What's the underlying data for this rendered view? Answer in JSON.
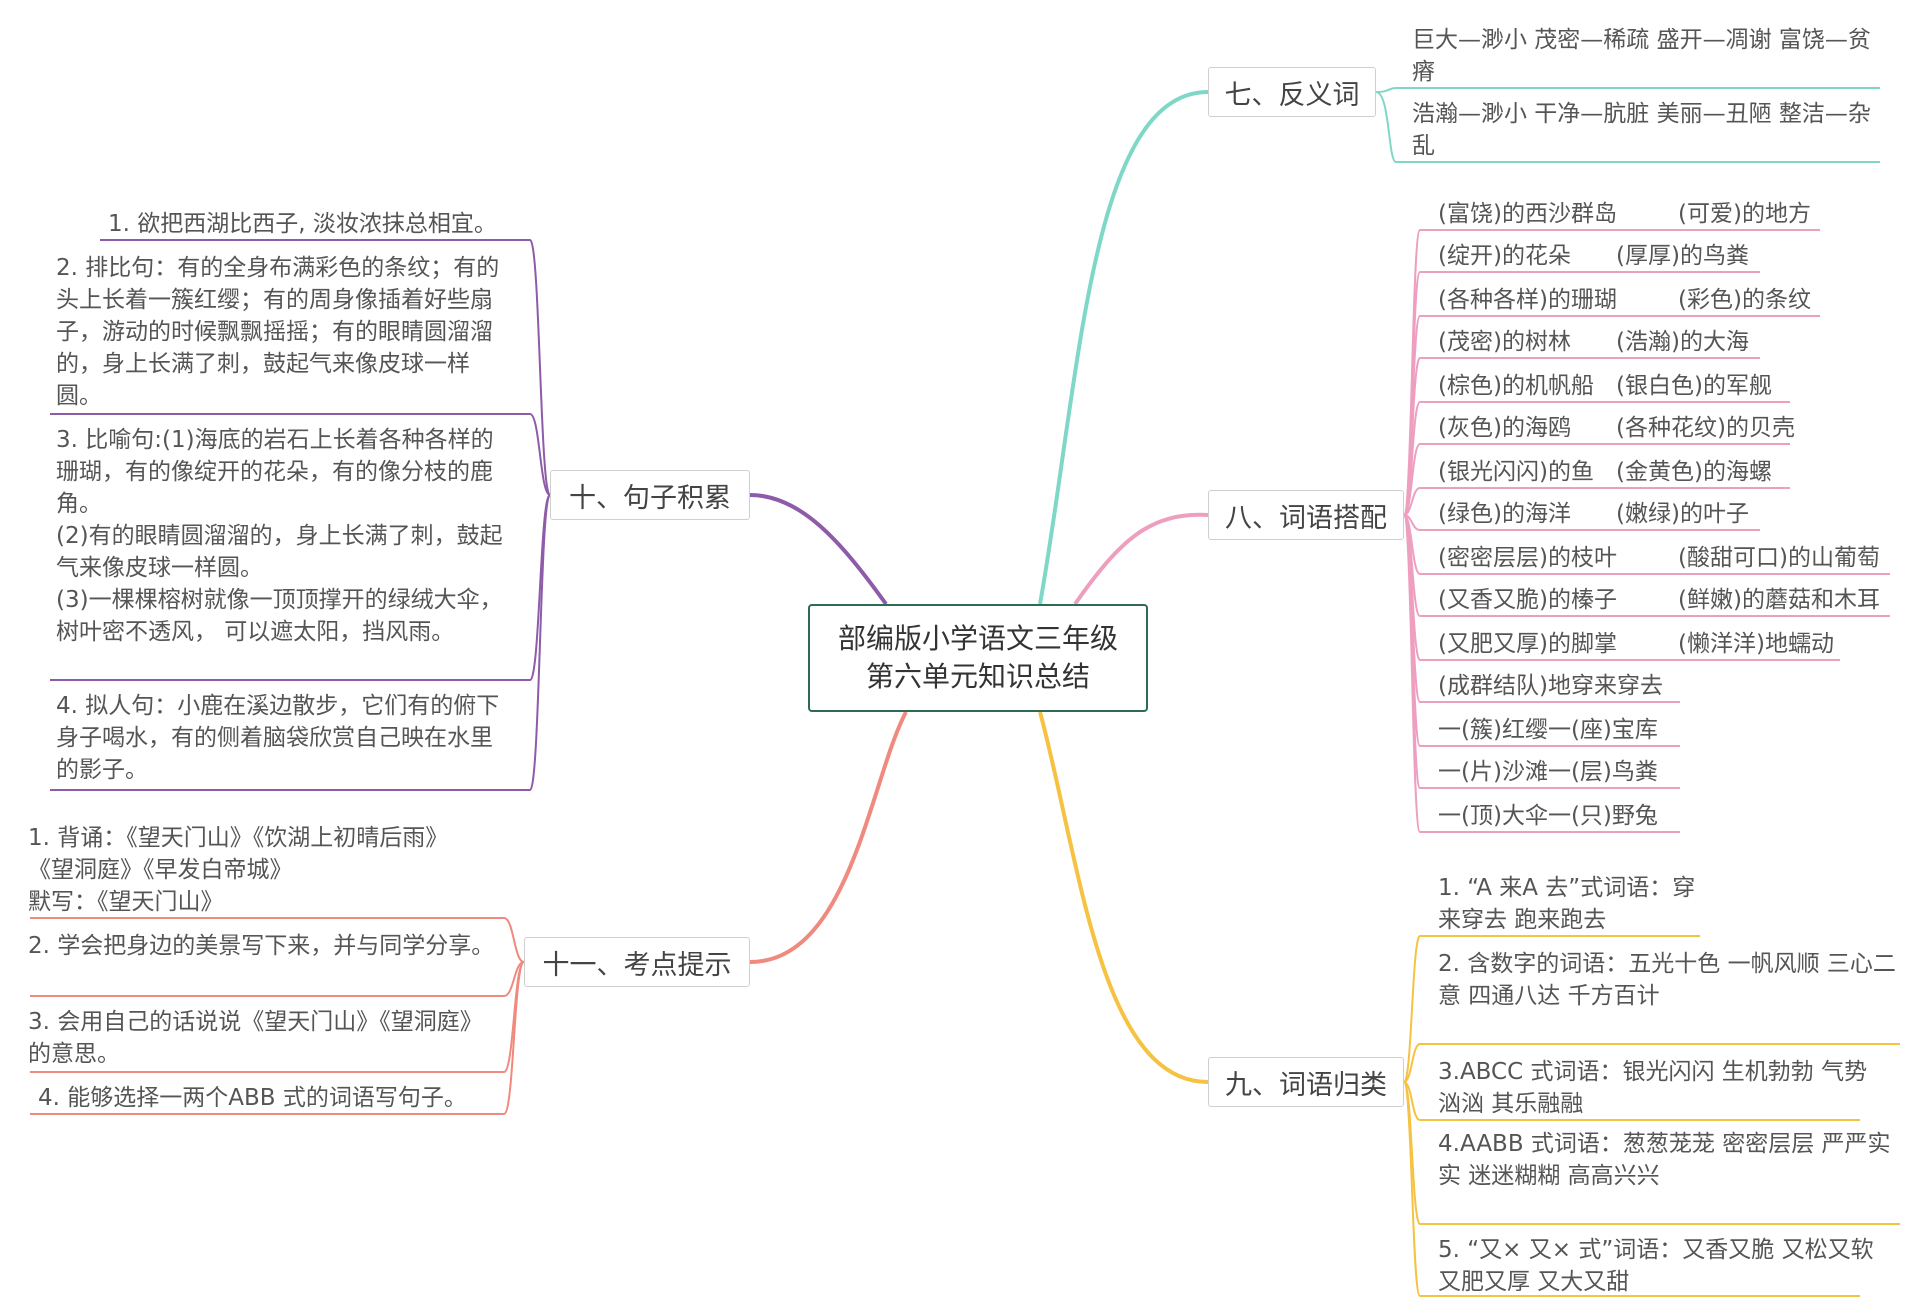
{
  "center": {
    "line1": "部编版小学语文三年级",
    "line2": "第六单元知识总结"
  },
  "colors": {
    "antonyms": "#7fd8c7",
    "collocations": "#ee9fbf",
    "classification": "#f5c242",
    "sentences": "#8e5ba9",
    "exam": "#f0897e"
  },
  "branches": {
    "antonyms": {
      "title": "七、反义词",
      "items": [
        "巨大—渺小 茂密—稀疏 盛开—凋谢 富饶—贫瘠",
        "浩瀚—渺小 干净—肮脏 美丽—丑陋 整洁—杂乱"
      ]
    },
    "collocations": {
      "title": "八、词语搭配",
      "pairs": [
        [
          "(富饶)的西沙群岛",
          "(可爱)的地方"
        ],
        [
          "(绽开)的花朵",
          "(厚厚)的鸟粪"
        ],
        [
          "(各种各样)的珊瑚",
          "(彩色)的条纹"
        ],
        [
          "(茂密)的树林",
          "(浩瀚)的大海"
        ],
        [
          "(棕色)的机帆船",
          "(银白色)的军舰"
        ],
        [
          "(灰色)的海鸥",
          "(各种花纹)的贝壳"
        ],
        [
          "(银光闪闪)的鱼",
          "(金黄色)的海螺"
        ],
        [
          "(绿色)的海洋",
          "(嫩绿)的叶子"
        ],
        [
          "(密密层层)的枝叶",
          "(酸甜可口)的山葡萄"
        ],
        [
          "(又香又脆)的榛子",
          "(鲜嫩)的蘑菇和木耳"
        ],
        [
          "(又肥又厚)的脚掌",
          "(懒洋洋)地蠕动"
        ]
      ],
      "singles": [
        "(成群结队)地穿来穿去",
        "一(簇)红缨一(座)宝库",
        "一(片)沙滩一(层)鸟粪",
        "一(顶)大伞一(只)野兔"
      ]
    },
    "classification": {
      "title": "九、词语归类",
      "items": [
        "1. “A 来A 去”式词语：穿来穿去 跑来跑去",
        "2. 含数字的词语：五光十色 一帆风顺 三心二意 四通八达 千方百计",
        "3.ABCC 式词语：银光闪闪 生机勃勃 气势汹汹 其乐融融",
        "4.AABB 式词语：葱葱茏茏 密密层层 严严实实 迷迷糊糊 高高兴兴",
        "5. “又× 又× 式”词语：又香又脆 又松又软 又肥又厚 又大又甜"
      ]
    },
    "sentences": {
      "title": "十、句子积累",
      "items": [
        "1. 欲把西湖比西子, 淡妆浓抹总相宜。",
        "2. 排比句：有的全身布满彩色的条纹；有的头上长着一簇红缨；有的周身像插着好些扇子，游动的时候飘飘摇摇；有的眼睛圆溜溜的，身上长满了刺，鼓起气来像皮球一样圆。",
        "3. 比喻句:(1)海底的岩石上长着各种各样的珊瑚，有的像绽开的花朵，有的像分枝的鹿角。",
        "(2)有的眼睛圆溜溜的，身上长满了刺，鼓起气来像皮球一样圆。",
        "(3)一棵棵榕树就像一顶顶撑开的绿绒大伞，树叶密不透风， 可以遮太阳，挡风雨。",
        "4. 拟人句：小鹿在溪边散步，它们有的俯下身子喝水，有的侧着脑袋欣赏自己映在水里的影子。"
      ]
    },
    "exam": {
      "title": "十一、考点提示",
      "items": [
        "1. 背诵：《望天门山》《饮湖上初晴后雨》《望洞庭》《早发白帝城》",
        "默写：《望天门山》",
        "2. 学会把身边的美景写下来，并与同学分享。",
        "3. 会用自己的话说说《望天门山》《望洞庭》的意思。",
        "4. 能够选择一两个ABB 式的词语写句子。"
      ]
    }
  }
}
